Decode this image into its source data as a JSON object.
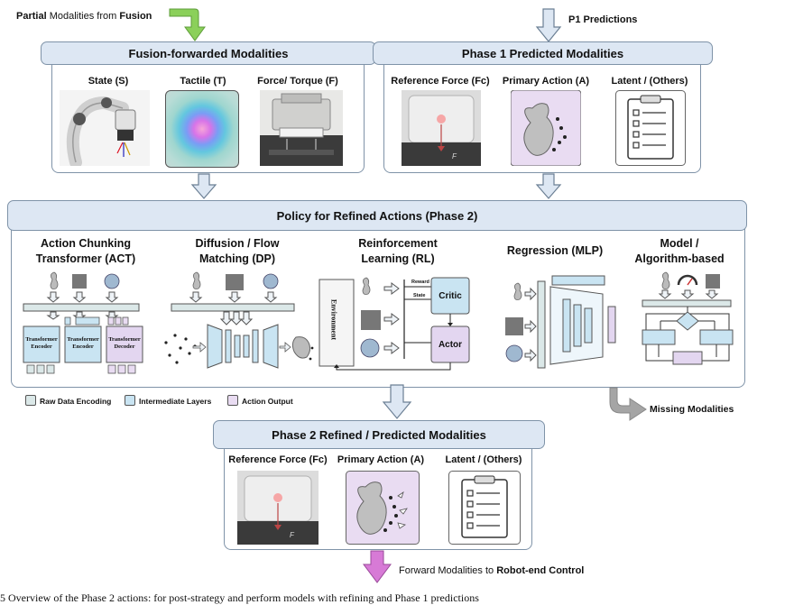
{
  "top": {
    "partial_bold": "Partial",
    "partial_text": " Modalities from ",
    "fusion_bold": "Fusion",
    "p1_predictions": "P1 Predictions"
  },
  "fusion_panel": {
    "title": "Fusion-forwarded Modalities",
    "items": [
      "State (S)",
      "Tactile (T)",
      "Force/ Torque (F)"
    ]
  },
  "phase1_panel": {
    "title": "Phase 1 Predicted Modalities",
    "items": [
      "Reference Force (Fc)",
      "Primary Action (A)",
      "Latent / (Others)"
    ]
  },
  "policy": {
    "title": "Policy for Refined Actions (Phase 2)",
    "methods": [
      {
        "line1": "Action Chunking",
        "line2": "Transformer (ACT)"
      },
      {
        "line1": "Diffusion / Flow",
        "line2": "Matching (DP)"
      },
      {
        "line1": "Reinforcement",
        "line2": "Learning (RL)"
      },
      {
        "line1": "Regression (MLP)",
        "line2": ""
      },
      {
        "line1": "Model /",
        "line2": "Algorithm-based"
      }
    ],
    "act_blocks": [
      "Transformer Encoder",
      "Transformer Encoder",
      "Transformer Decoder"
    ],
    "rl": {
      "environment": "Environment",
      "critic": "Critic",
      "actor": "Actor",
      "reward": "Reward",
      "state": "State"
    }
  },
  "legend": [
    "Raw Data Encoding",
    "Intermediate Layers",
    "Action Output"
  ],
  "missing": "Missing Modalities",
  "phase2_panel": {
    "title": "Phase 2 Refined / Predicted Modalities",
    "items": [
      "Reference Force (Fc)",
      "Primary Action (A)",
      "Latent / (Others)"
    ]
  },
  "bottom": {
    "text": "Forward Modalities to ",
    "bold": "Robot-end Control"
  },
  "caption": "5 Overview of the Phase 2 actions: for post-strategy and perform models with refining and Phase 1 predictions",
  "colors": {
    "header_fill": "#dde7f3",
    "border": "#7f93a8",
    "green_arrow": "#8bd05a",
    "pink_arrow": "#d77ad6",
    "raw": "#dbe8e8",
    "intermediate": "#c9e4f2",
    "action": "#e9dcf2"
  }
}
